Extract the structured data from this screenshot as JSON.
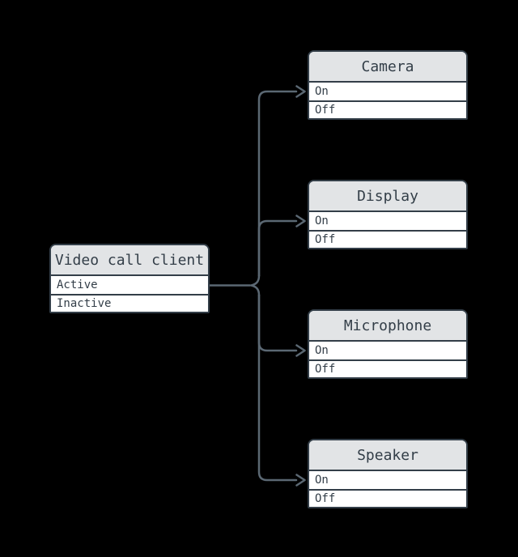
{
  "colors": {
    "background": "#000000",
    "connector": "#5b6873",
    "node_border": "#333e48",
    "node_header_bg": "#e2e4e6",
    "node_row_bg": "#ffffff",
    "node_text": "#333e48"
  },
  "source_node": {
    "title": "Video call client",
    "rows": [
      "Active",
      "Inactive"
    ]
  },
  "target_nodes": [
    {
      "title": "Camera",
      "rows": [
        "On",
        "Off"
      ]
    },
    {
      "title": "Display",
      "rows": [
        "On",
        "Off"
      ]
    },
    {
      "title": "Microphone",
      "rows": [
        "On",
        "Off"
      ]
    },
    {
      "title": "Speaker",
      "rows": [
        "On",
        "Off"
      ]
    }
  ]
}
